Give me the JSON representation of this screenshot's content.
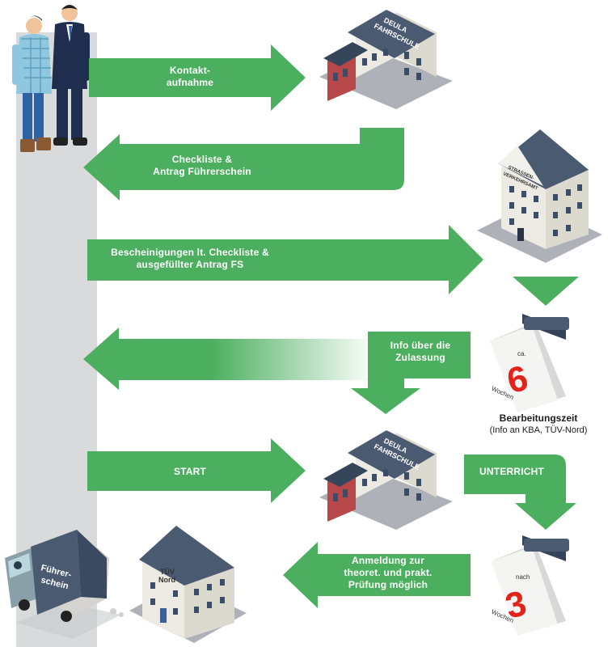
{
  "steps": {
    "contact_line1": "Kontakt-",
    "contact_line2": "aufnahme",
    "checklist_line1": "Checkliste &",
    "checklist_line2": "Antrag Führerschein",
    "certificates_line1": "Bescheinigungen lt. Checkliste &",
    "certificates_line2": "ausgefüllter Antrag FS",
    "info_line1": "Info über die",
    "info_line2": "Zulassung",
    "start": "START",
    "lessons": "UNTERRICHT",
    "registration_line1": "Anmeldung zur",
    "registration_line2": "theoret. und prakt.",
    "registration_line3": "Prüfung möglich"
  },
  "buildings": {
    "driving_school_line1": "DEULA",
    "driving_school_line2": "FAHRSCHULE",
    "traffic_office_line1": "STRASSEN-",
    "traffic_office_line2": "VERKEHRSAMT",
    "tuev_line1": "TÜV",
    "tuev_line2": "Nord"
  },
  "calendars": {
    "first": {
      "prefix": "ca.",
      "number": "6",
      "unit": "Wochen"
    },
    "second": {
      "prefix": "nach",
      "number": "3",
      "unit": "Wochen"
    }
  },
  "processing": {
    "title": "Bearbeitungszeit",
    "note": "(Info an KBA, TÜV-Nord)"
  },
  "truck": {
    "line1": "Führer-",
    "line2": "schein"
  },
  "colors": {
    "arrow_green": "#4caf5f",
    "path_gray": "#d9dadc",
    "roof_slate": "#4a5a70",
    "calendar_red": "#e2231a",
    "wall_red": "#b8474a",
    "ground_gray": "#9ea2a8"
  }
}
